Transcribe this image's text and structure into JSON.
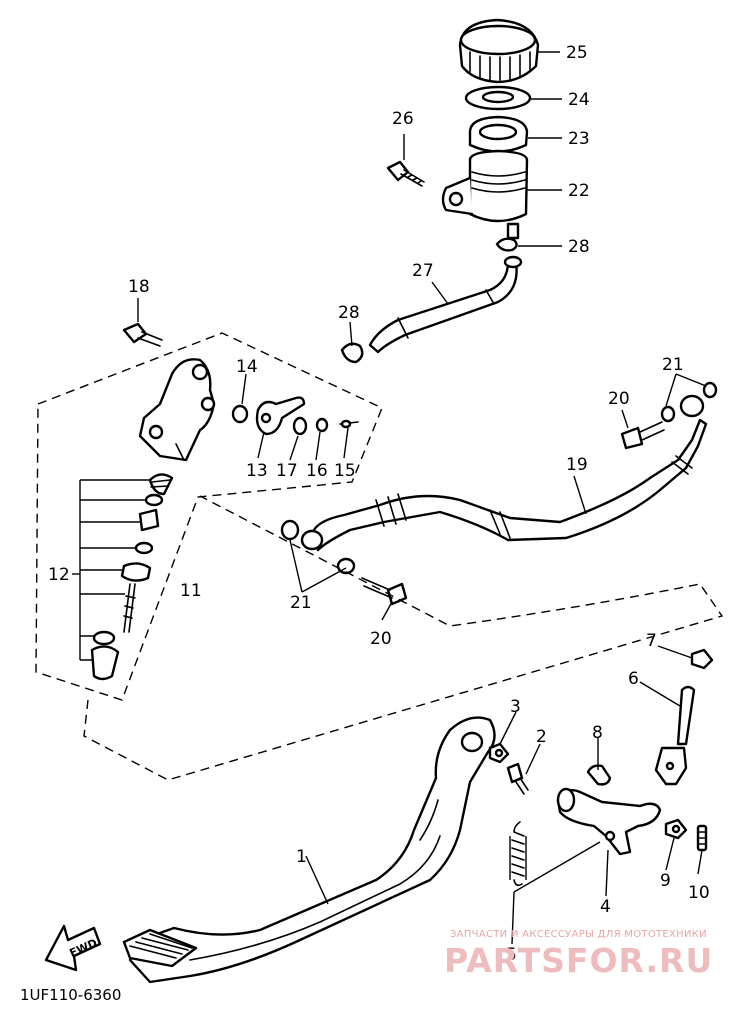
{
  "figure_code": "1UF110-6360",
  "watermark": {
    "line1": "ЗАПЧАСТИ И АКСЕССУАРЫ ДЛЯ МОТОТЕХНИКИ",
    "line2": "PARTSFOR.RU"
  },
  "fwd_label": "FWD",
  "callouts": {
    "p1": "1",
    "p2": "2",
    "p3": "3",
    "p4": "4",
    "p5": "5",
    "p6": "6",
    "p7": "7",
    "p8": "8",
    "p9": "9",
    "p10": "10",
    "p11": "11",
    "p12": "12",
    "p13": "13",
    "p14": "14",
    "p15": "15",
    "p16": "16",
    "p17": "17",
    "p18": "18",
    "p19": "19",
    "p20a": "20",
    "p20b": "20",
    "p21a": "21",
    "p21b": "21",
    "p22": "22",
    "p23": "23",
    "p24": "24",
    "p25": "25",
    "p26": "26",
    "p27": "27",
    "p28a": "28",
    "p28b": "28"
  }
}
